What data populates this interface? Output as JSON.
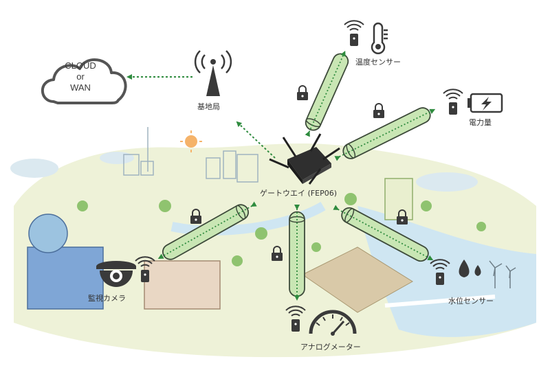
{
  "cloud": {
    "line1": "CLOUD",
    "line2": "or",
    "line3": "WAN"
  },
  "labels": {
    "base_station": "基地局",
    "temperature_sensor": "温度センサー",
    "power_meter": "電力量",
    "gateway": "ゲートウエイ (FEP06)",
    "camera": "監視カメラ",
    "analog_meter": "アナログメーター",
    "water_sensor": "水位センサー"
  },
  "colors": {
    "tube_fill": "#c9e6b4",
    "tube_stroke": "#3d4a3a",
    "arrow": "#2e8b3e",
    "icon_dark": "#3a3a3a",
    "ground": "#eef2d8",
    "water": "#cfe6f2"
  }
}
